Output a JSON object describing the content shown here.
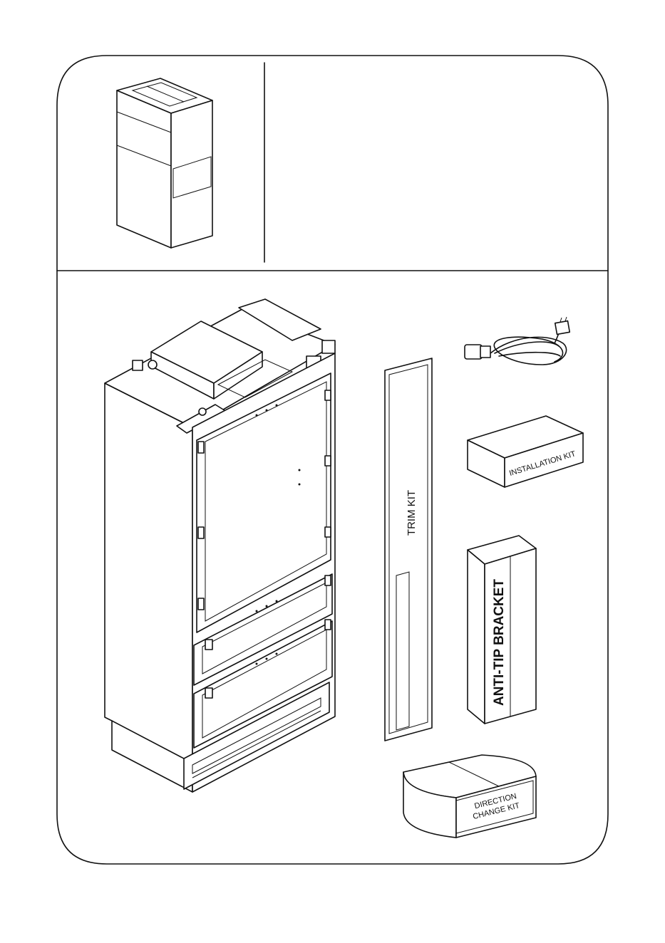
{
  "labels": {
    "trim_kit": "TRIM KIT",
    "installation_kit": "INSTALLATION KIT",
    "anti_tip_bracket": "ANTI-TIP BRACKET",
    "direction_change_line1": "DIRECTION",
    "direction_change_line2": "CHANGE KIT"
  }
}
